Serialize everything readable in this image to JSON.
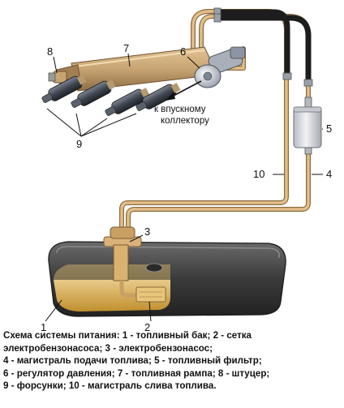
{
  "diagram": {
    "labels": {
      "n1": "1",
      "n2": "2",
      "n3": "3",
      "n4": "4",
      "n5": "5",
      "n6": "6",
      "n7": "7",
      "n8": "8",
      "n9": "9",
      "n10": "10",
      "intake_line1": "к впускному",
      "intake_line2": "коллектору"
    }
  },
  "caption": {
    "lines": [
      "Схема системы питания: 1 - топливный бак; 2 - сетка",
      "электробензонасоса; 3 - электробензонасос;",
      "4 - магистраль подачи топлива; 5 - топливный фильтр;",
      "6 - регулятор давления; 7 - топливная рампа; 8 - штуцер;",
      "9 - форсунки; 10 - магистраль слива топлива."
    ]
  },
  "colors": {
    "fuel_line": "#d9b27a",
    "rail": "#c8a473",
    "tank": "#4a4a4a",
    "fuel": "#e8c070",
    "filter": "#d7d7dc",
    "injector": "#3f4650"
  }
}
